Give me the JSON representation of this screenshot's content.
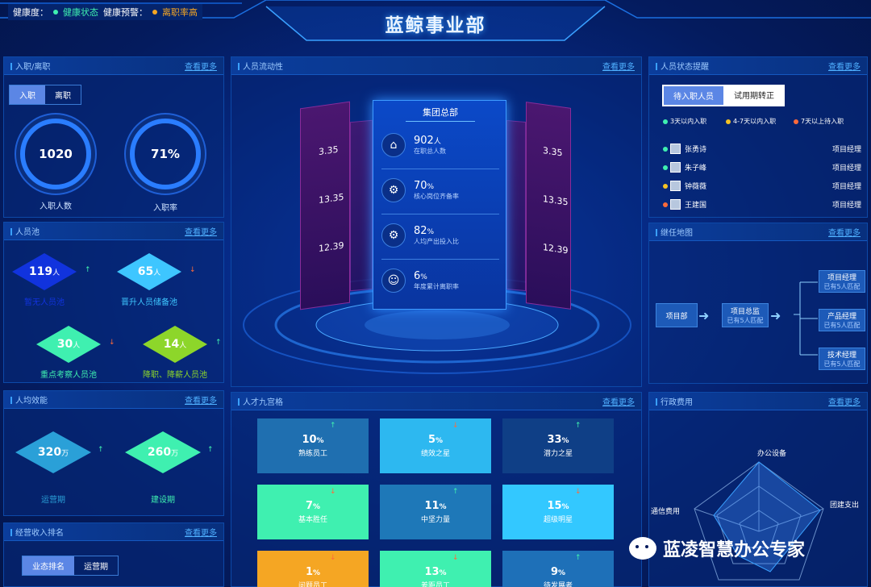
{
  "header": {
    "title": "蓝鲸事业部",
    "health_label": "健康度：",
    "health_value": "健康状态",
    "warn_label": "健康预警：",
    "warn_value": "离职率高"
  },
  "more": "查看更多",
  "entry": {
    "title": "入职/离职",
    "tabs": [
      "入职",
      "离职"
    ],
    "count": "1020",
    "count_label": "入职人数",
    "rate": "71%",
    "rate_label": "入职率"
  },
  "pool": {
    "title": "人员池",
    "items": [
      {
        "value": "119",
        "unit": "人",
        "label": "暂无人员池",
        "color": "#1133dd",
        "trend": "up"
      },
      {
        "value": "65",
        "unit": "人",
        "label": "晋升人员储备池",
        "color": "#3ec6ff",
        "trend": "down"
      },
      {
        "value": "30",
        "unit": "人",
        "label": "重点考察人员池",
        "color": "#3ff0b0",
        "trend": "down"
      },
      {
        "value": "14",
        "unit": "人",
        "label": "降职、降薪人员池",
        "color": "#8dd62a",
        "trend": "up"
      }
    ]
  },
  "efficiency": {
    "title": "人均效能",
    "items": [
      {
        "value": "320",
        "unit": "万",
        "label": "运营期",
        "color": "#2aa0d8",
        "trend": "up"
      },
      {
        "value": "260",
        "unit": "万",
        "label": "建设期",
        "color": "#3ff0b0",
        "trend": "up"
      }
    ]
  },
  "revenue": {
    "title": "经营收入排名",
    "tabs": [
      "业态排名",
      "运营期"
    ]
  },
  "flow": {
    "title": "人员流动性",
    "center_title": "集团总部",
    "metrics": [
      {
        "value": "902",
        "unit": "人",
        "label": "在职总人数",
        "icon": "home-icon",
        "glyph": "⌂"
      },
      {
        "value": "70",
        "unit": "%",
        "label": "核心岗位齐备率",
        "icon": "gear-icon",
        "glyph": "⚙"
      },
      {
        "value": "82",
        "unit": "%",
        "label": "人均产出投入比",
        "icon": "gears-icon",
        "glyph": "⚙"
      },
      {
        "value": "6",
        "unit": "%",
        "label": "年度累计离职率",
        "icon": "user-icon",
        "glyph": "☺"
      }
    ],
    "side_values": [
      "3.35",
      "13.35",
      "12.39"
    ]
  },
  "nine": {
    "title": "人才九宫格",
    "cells": [
      {
        "value": "10",
        "label": "熟练员工",
        "color": "#1f6fb0",
        "trend": "up"
      },
      {
        "value": "5",
        "label": "绩效之星",
        "color": "#2db8f0",
        "trend": "down"
      },
      {
        "value": "33",
        "label": "潜力之星",
        "color": "#0f3f86",
        "trend": "up"
      },
      {
        "value": "7",
        "label": "基本胜任",
        "color": "#3ff0b0",
        "trend": "down"
      },
      {
        "value": "11",
        "label": "中坚力量",
        "color": "#1e78b8",
        "trend": "up"
      },
      {
        "value": "15",
        "label": "超级明星",
        "color": "#33c8ff",
        "trend": "down"
      },
      {
        "value": "1",
        "label": "问题员工",
        "color": "#f5a623",
        "trend": "down"
      },
      {
        "value": "13",
        "label": "差距员工",
        "color": "#3ff0b0",
        "trend": "down"
      },
      {
        "value": "9",
        "label": "待发展者",
        "color": "#1e70b8",
        "trend": "up"
      }
    ]
  },
  "status": {
    "title": "人员状态提醒",
    "tabs": [
      "待入职人员",
      "试用期转正"
    ],
    "legend": [
      {
        "label": "3天以内入职",
        "color": "#3ff0b0"
      },
      {
        "label": "4-7天以内入职",
        "color": "#f5c223"
      },
      {
        "label": "7天以上待入职",
        "color": "#ff6a3a"
      }
    ],
    "people": [
      {
        "name": "张勇诗",
        "role": "项目经理",
        "color": "#3ff0b0"
      },
      {
        "name": "朱子峰",
        "role": "项目经理",
        "color": "#3ff0b0"
      },
      {
        "name": "钟薇薇",
        "role": "项目经理",
        "color": "#f5c223"
      },
      {
        "name": "王建国",
        "role": "项目经理",
        "color": "#ff6a3a"
      }
    ]
  },
  "succession": {
    "title": "继任地图",
    "root": "项目部",
    "mid": {
      "name": "项目总监",
      "sub": "已有5人匹配"
    },
    "leaves": [
      {
        "name": "项目经理",
        "sub": "已有5人匹配"
      },
      {
        "name": "产品经理",
        "sub": "已有5人匹配"
      },
      {
        "name": "技术经理",
        "sub": "已有5人匹配"
      }
    ]
  },
  "admin": {
    "title": "行政费用",
    "axes": [
      "办公设备",
      "团建支出",
      "通信费用"
    ]
  },
  "watermark": "蓝凌智慧办公专家"
}
